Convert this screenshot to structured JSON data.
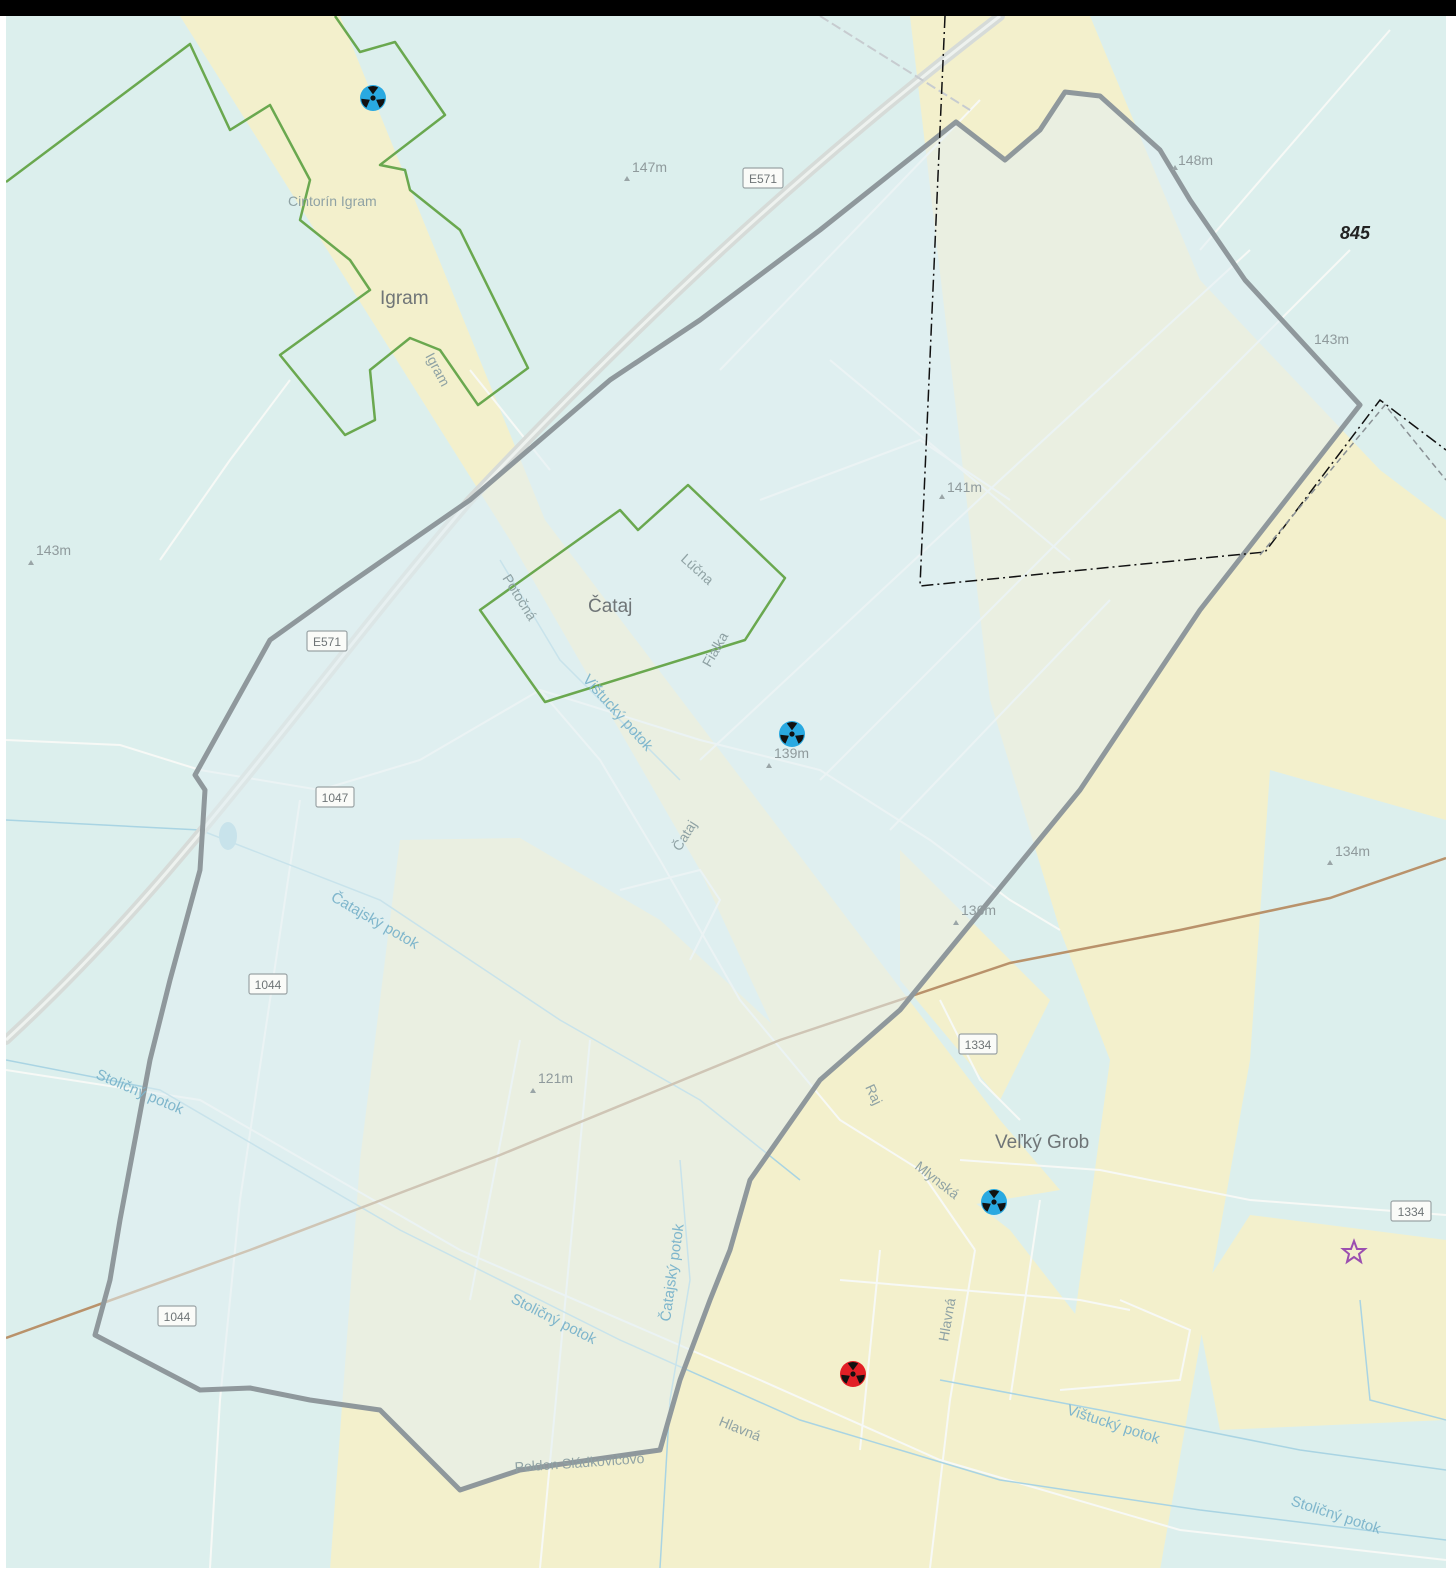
{
  "colors": {
    "frame": "#000000",
    "base": "#dcefed",
    "yellow_zone": "#f3f0cc",
    "study_area_fill": "#e2eef2",
    "study_area_stroke": "#8f989c",
    "municipal_boundary": "#6aa84f",
    "railway": "#b9926b",
    "stream": "#a9d4e3",
    "road": "#f7f9f6",
    "highway": "#d6dbd8",
    "blue_marker": "#29a9e1",
    "red_marker": "#e21f26",
    "star_marker": "#9b4fb0"
  },
  "labels": {
    "towns": {
      "igram": "Igram",
      "cataj": "Čataj",
      "velky_grob": "Veľký Grob"
    },
    "places": {
      "cintorin": "Cintorín Igram"
    },
    "sheet_number": "845",
    "elevations": {
      "e147": "147m",
      "e148": "148m",
      "e143_ne": "143m",
      "e141": "141m",
      "e143_w": "143m",
      "e139": "139m",
      "e134": "134m",
      "e136": "136m",
      "e121": "121m"
    },
    "roads": {
      "e571_top": "E571",
      "e571_mid": "E571",
      "r1047": "1047",
      "r1044_mid": "1044",
      "r1044_low": "1044",
      "r1334_mid": "1334",
      "r1334_east": "1334"
    },
    "streets": {
      "igram": "Igram",
      "potocna": "Potočná",
      "lucna": "Lúčna",
      "fialka": "Fialka",
      "cataj": "Čataj",
      "raj": "Raj",
      "mlynska": "Mlynská",
      "hlavna_v": "Hlavná",
      "hlavna_s": "Hlavná",
      "poldon": "Poldon Sládkovičovo"
    },
    "streams": {
      "vistucky_1": "Vištucký potok",
      "catajsky_1": "Čatajský potok",
      "stolicny_1": "Stoličný potok",
      "stolicny_2": "Stoličný potok",
      "catajsky_2": "Čatajský potok",
      "vistucky_2": "Vištucký potok",
      "stolicny_3": "Stoličný potok"
    }
  },
  "icons": {
    "marker": "radiation-trefoil-icon",
    "star": "star-outline-icon"
  }
}
